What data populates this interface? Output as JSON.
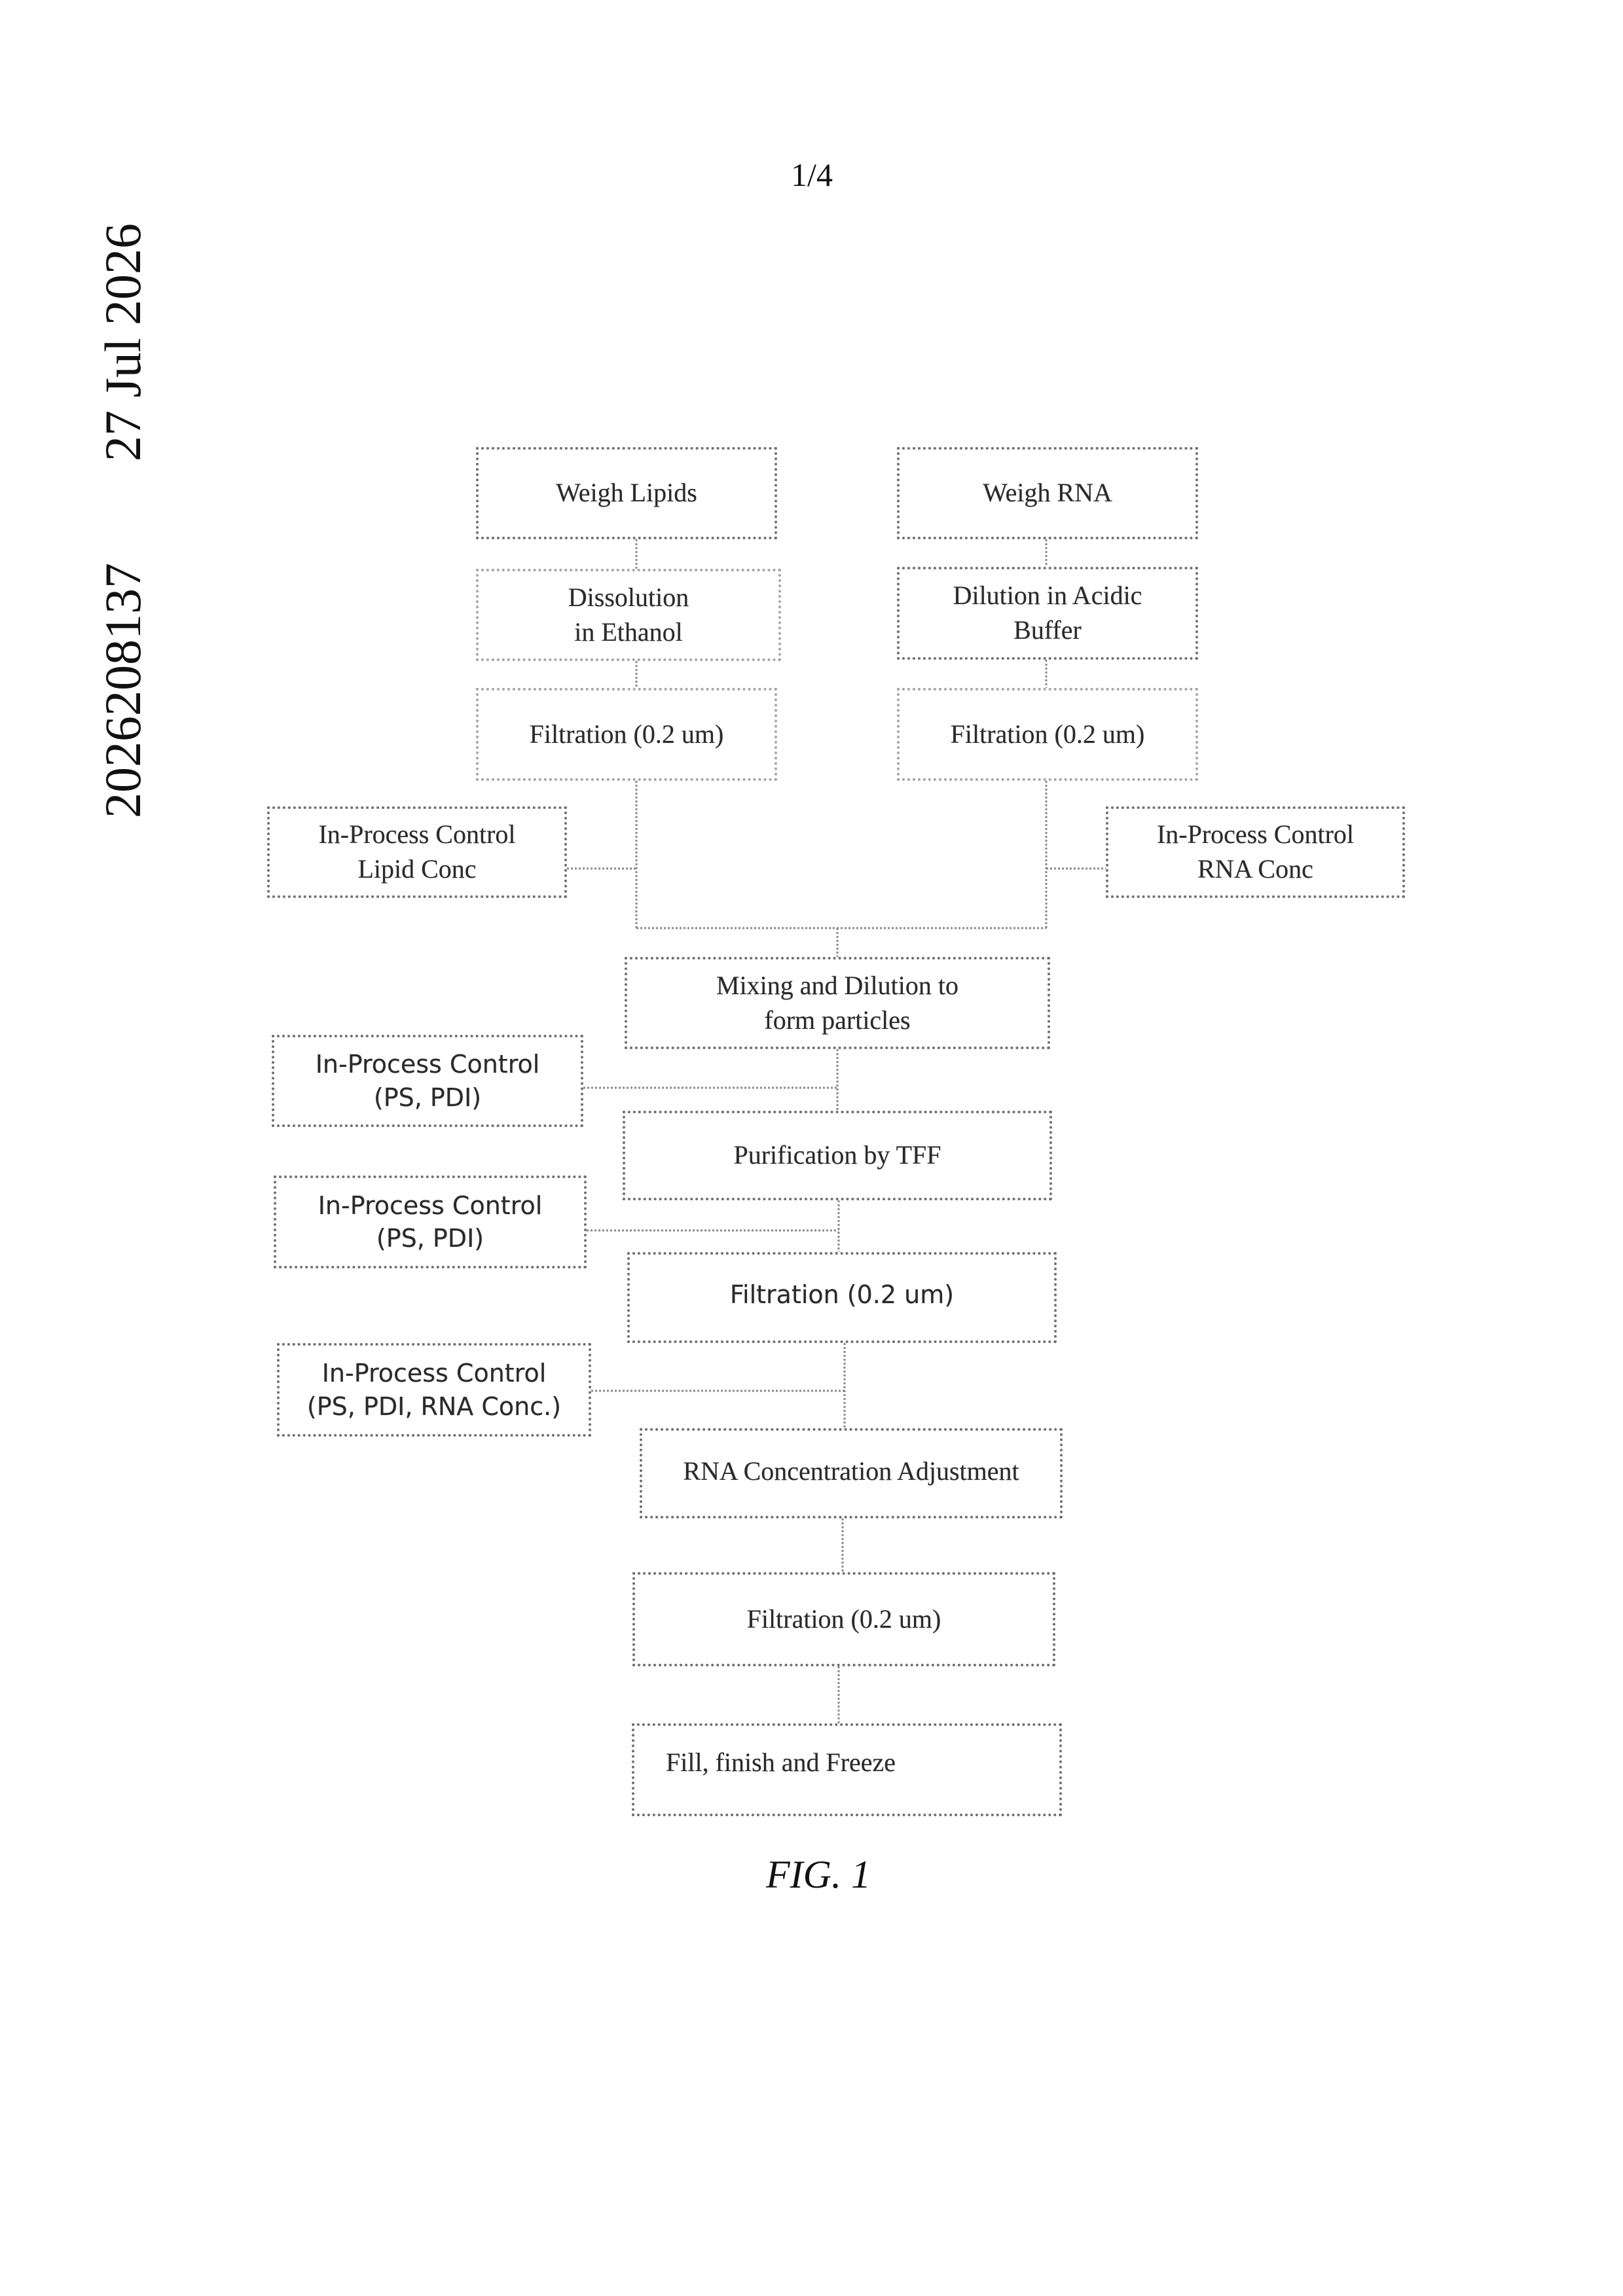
{
  "header": {
    "page_number": "1/4",
    "side_date": "27 Jul 2026",
    "side_id": "2026208137"
  },
  "flowchart": {
    "weigh_lipids": "Weigh Lipids",
    "weigh_rna": "Weigh RNA",
    "dissolution_ethanol": "Dissolution\nin Ethanol",
    "dilution_acidic_buffer": "Dilution in Acidic\nBuffer",
    "filtration_lipid": "Filtration (0.2 um)",
    "filtration_rna": "Filtration (0.2 um)",
    "ipc_lipid_conc": "In-Process Control\nLipid Conc",
    "ipc_rna_conc": "In-Process Control\nRNA Conc",
    "mixing_dilution": "Mixing and Dilution to\nform particles",
    "ipc_ps_pdi_1": "In-Process Control\n(PS, PDI)",
    "purification_tff": "Purification by TFF",
    "ipc_ps_pdi_2": "In-Process Control\n(PS, PDI)",
    "filtration_2": "Filtration (0.2 um)",
    "ipc_ps_pdi_rna": "In-Process Control\n(PS, PDI, RNA Conc.)",
    "rna_conc_adjustment": "RNA Concentration Adjustment",
    "filtration_3": "Filtration (0.2 um)",
    "fill_finish_freeze": "Fill, finish and Freeze"
  },
  "caption": "FIG. 1"
}
